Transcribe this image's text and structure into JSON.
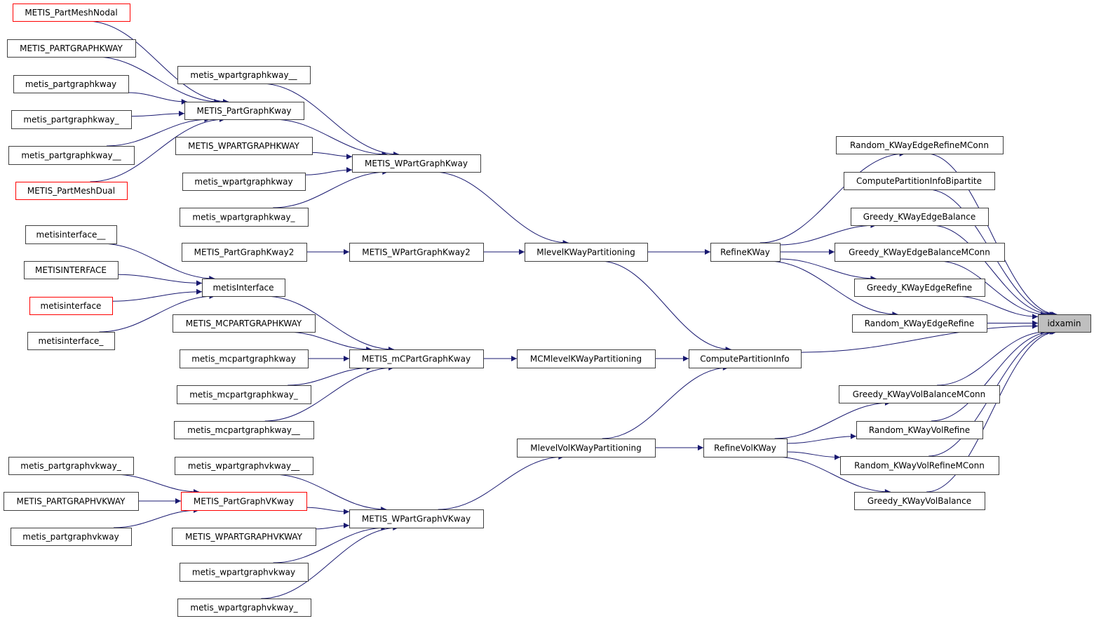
{
  "graph": {
    "title": "idxamin caller graph",
    "colors": {
      "edge": "#191970",
      "border": "#404040",
      "unresolved_border": "#ff0000",
      "focus_fill": "#bfbfbf"
    },
    "nodes": [
      {
        "id": "n1",
        "label": "METIS_PartMeshNodal",
        "border": "red"
      },
      {
        "id": "n2",
        "label": "METIS_PARTGRAPHKWAY"
      },
      {
        "id": "n3",
        "label": "metis_partgraphkway"
      },
      {
        "id": "n4",
        "label": "metis_partgraphkway_"
      },
      {
        "id": "n5",
        "label": "metis_partgraphkway__"
      },
      {
        "id": "n6",
        "label": "METIS_PartMeshDual",
        "border": "red"
      },
      {
        "id": "n7",
        "label": "metis_wpartgraphkway__"
      },
      {
        "id": "n8",
        "label": "METIS_PartGraphKway"
      },
      {
        "id": "n9",
        "label": "METIS_WPARTGRAPHKWAY"
      },
      {
        "id": "n10",
        "label": "metis_wpartgraphkway"
      },
      {
        "id": "n11",
        "label": "metis_wpartgraphkway_"
      },
      {
        "id": "n12",
        "label": "METIS_WPartGraphKway"
      },
      {
        "id": "n13",
        "label": "metisinterface__"
      },
      {
        "id": "n14",
        "label": "METISINTERFACE"
      },
      {
        "id": "n15",
        "label": "metisinterface",
        "border": "red"
      },
      {
        "id": "n16",
        "label": "metisinterface_"
      },
      {
        "id": "n17",
        "label": "METIS_PartGraphKway2"
      },
      {
        "id": "n18",
        "label": "metisInterface"
      },
      {
        "id": "n19",
        "label": "METIS_MCPARTGRAPHKWAY"
      },
      {
        "id": "n20",
        "label": "metis_mcpartgraphkway"
      },
      {
        "id": "n21",
        "label": "metis_mcpartgraphkway_"
      },
      {
        "id": "n22",
        "label": "metis_mcpartgraphkway__"
      },
      {
        "id": "n23",
        "label": "METIS_WPartGraphKway2"
      },
      {
        "id": "n24",
        "label": "METIS_mCPartGraphKway"
      },
      {
        "id": "n25",
        "label": "metis_partgraphvkway_"
      },
      {
        "id": "n26",
        "label": "METIS_PARTGRAPHVKWAY"
      },
      {
        "id": "n27",
        "label": "metis_partgraphvkway"
      },
      {
        "id": "n28",
        "label": "metis_wpartgraphvkway__"
      },
      {
        "id": "n29",
        "label": "METIS_PartGraphVKway",
        "border": "red"
      },
      {
        "id": "n30",
        "label": "METIS_WPARTGRAPHVKWAY"
      },
      {
        "id": "n31",
        "label": "metis_wpartgraphvkway"
      },
      {
        "id": "n32",
        "label": "metis_wpartgraphvkway_"
      },
      {
        "id": "n33",
        "label": "METIS_WPartGraphVKway"
      },
      {
        "id": "n34",
        "label": "MlevelKWayPartitioning"
      },
      {
        "id": "n35",
        "label": "MCMlevelKWayPartitioning"
      },
      {
        "id": "n36",
        "label": "MlevelVolKWayPartitioning"
      },
      {
        "id": "n37",
        "label": "RefineKWay"
      },
      {
        "id": "n38",
        "label": "ComputePartitionInfo"
      },
      {
        "id": "n39",
        "label": "RefineVolKWay"
      },
      {
        "id": "n40",
        "label": "Random_KWayEdgeRefineMConn"
      },
      {
        "id": "n41",
        "label": "ComputePartitionInfoBipartite"
      },
      {
        "id": "n42",
        "label": "Greedy_KWayEdgeBalance"
      },
      {
        "id": "n43",
        "label": "Greedy_KWayEdgeBalanceMConn"
      },
      {
        "id": "n44",
        "label": "Greedy_KWayEdgeRefine"
      },
      {
        "id": "n45",
        "label": "Random_KWayEdgeRefine"
      },
      {
        "id": "n46",
        "label": "idxamin",
        "focus": true
      },
      {
        "id": "n47",
        "label": "Greedy_KWayVolBalanceMConn"
      },
      {
        "id": "n48",
        "label": "Random_KWayVolRefine"
      },
      {
        "id": "n49",
        "label": "Random_KWayVolRefineMConn"
      },
      {
        "id": "n50",
        "label": "Greedy_KWayVolBalance"
      }
    ],
    "edges": [
      [
        "n1",
        "n8"
      ],
      [
        "n2",
        "n8"
      ],
      [
        "n3",
        "n8"
      ],
      [
        "n4",
        "n8"
      ],
      [
        "n5",
        "n8"
      ],
      [
        "n6",
        "n8"
      ],
      [
        "n7",
        "n12"
      ],
      [
        "n8",
        "n12"
      ],
      [
        "n9",
        "n12"
      ],
      [
        "n10",
        "n12"
      ],
      [
        "n11",
        "n12"
      ],
      [
        "n12",
        "n34"
      ],
      [
        "n17",
        "n23"
      ],
      [
        "n23",
        "n34"
      ],
      [
        "n13",
        "n18"
      ],
      [
        "n14",
        "n18"
      ],
      [
        "n15",
        "n18"
      ],
      [
        "n16",
        "n18"
      ],
      [
        "n18",
        "n24"
      ],
      [
        "n19",
        "n24"
      ],
      [
        "n20",
        "n24"
      ],
      [
        "n21",
        "n24"
      ],
      [
        "n22",
        "n24"
      ],
      [
        "n24",
        "n35"
      ],
      [
        "n35",
        "n38"
      ],
      [
        "n34",
        "n37"
      ],
      [
        "n34",
        "n38"
      ],
      [
        "n36",
        "n38"
      ],
      [
        "n36",
        "n39"
      ],
      [
        "n25",
        "n29"
      ],
      [
        "n26",
        "n29"
      ],
      [
        "n27",
        "n29"
      ],
      [
        "n28",
        "n33"
      ],
      [
        "n29",
        "n33"
      ],
      [
        "n30",
        "n33"
      ],
      [
        "n31",
        "n33"
      ],
      [
        "n32",
        "n33"
      ],
      [
        "n33",
        "n36"
      ],
      [
        "n37",
        "n40"
      ],
      [
        "n37",
        "n42"
      ],
      [
        "n37",
        "n43"
      ],
      [
        "n37",
        "n44"
      ],
      [
        "n37",
        "n45"
      ],
      [
        "n39",
        "n47"
      ],
      [
        "n39",
        "n48"
      ],
      [
        "n39",
        "n49"
      ],
      [
        "n39",
        "n50"
      ],
      [
        "n40",
        "n46"
      ],
      [
        "n41",
        "n46"
      ],
      [
        "n42",
        "n46"
      ],
      [
        "n43",
        "n46"
      ],
      [
        "n44",
        "n46"
      ],
      [
        "n45",
        "n46"
      ],
      [
        "n38",
        "n46"
      ],
      [
        "n47",
        "n46"
      ],
      [
        "n48",
        "n46"
      ],
      [
        "n49",
        "n46"
      ],
      [
        "n50",
        "n46"
      ]
    ]
  }
}
